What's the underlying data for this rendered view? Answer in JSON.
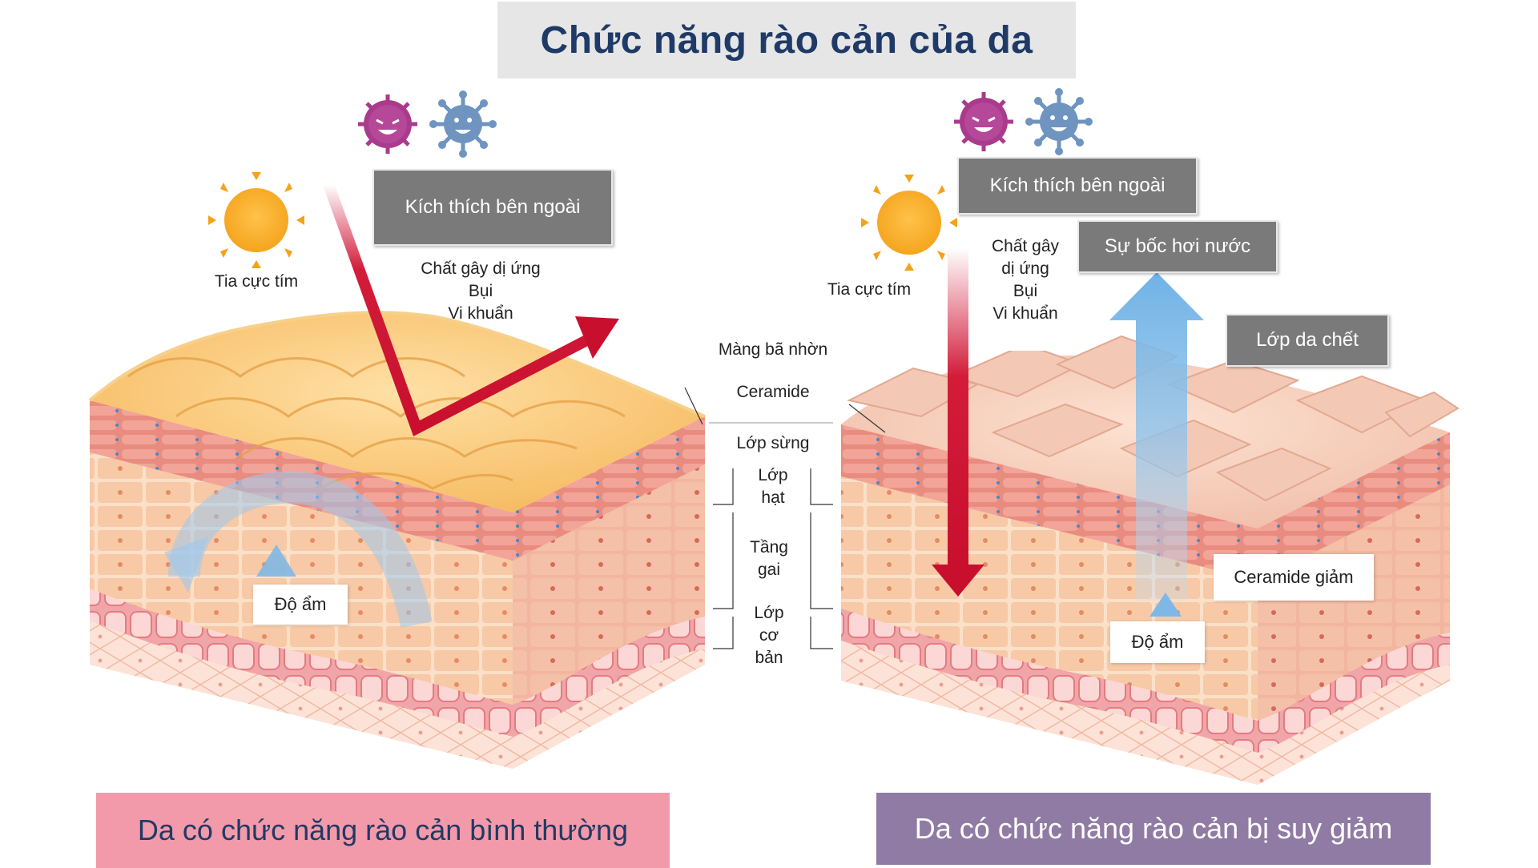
{
  "title": "Chức năng rào cản của da",
  "left": {
    "external_stimulus": "Kích thích bên ngoài",
    "uv": "Tia cực tím",
    "allergens": [
      "Chất gây dị ứng",
      "Bụi",
      "Vi khuẩn"
    ],
    "moisture": "Độ ẩm",
    "caption": "Da có chức năng rào cản bình thường"
  },
  "right": {
    "external_stimulus": "Kích thích bên ngoài",
    "uv": "Tia cực tím",
    "allergens": [
      "Chất gây",
      "dị ứng",
      "Bụi",
      "Vi khuẩn"
    ],
    "evaporation": "Sự bốc hơi nước",
    "dead_skin": "Lớp da chết",
    "ceramide_decrease": "Ceramide giảm",
    "moisture": "Độ ẩm",
    "caption": "Da có chức năng rào cản bị suy giảm"
  },
  "layers": {
    "sebum": "Màng bã nhờn",
    "ceramide": "Ceramide",
    "horny": "Lớp sừng",
    "granular": [
      "Lớp",
      "hạt"
    ],
    "spinous": [
      "Tầng",
      "gai"
    ],
    "basal": [
      "Lớp",
      "cơ",
      "bản"
    ]
  },
  "colors": {
    "title_text": "#1f3a66",
    "left_caption_bg": "#f29aaa",
    "left_caption_text": "#1f3a66",
    "right_caption_bg": "#8f7ba3",
    "right_caption_text": "#ffffff",
    "uv_arrow": "#c8102e",
    "moisture_arrow": "#7fb8e6"
  }
}
